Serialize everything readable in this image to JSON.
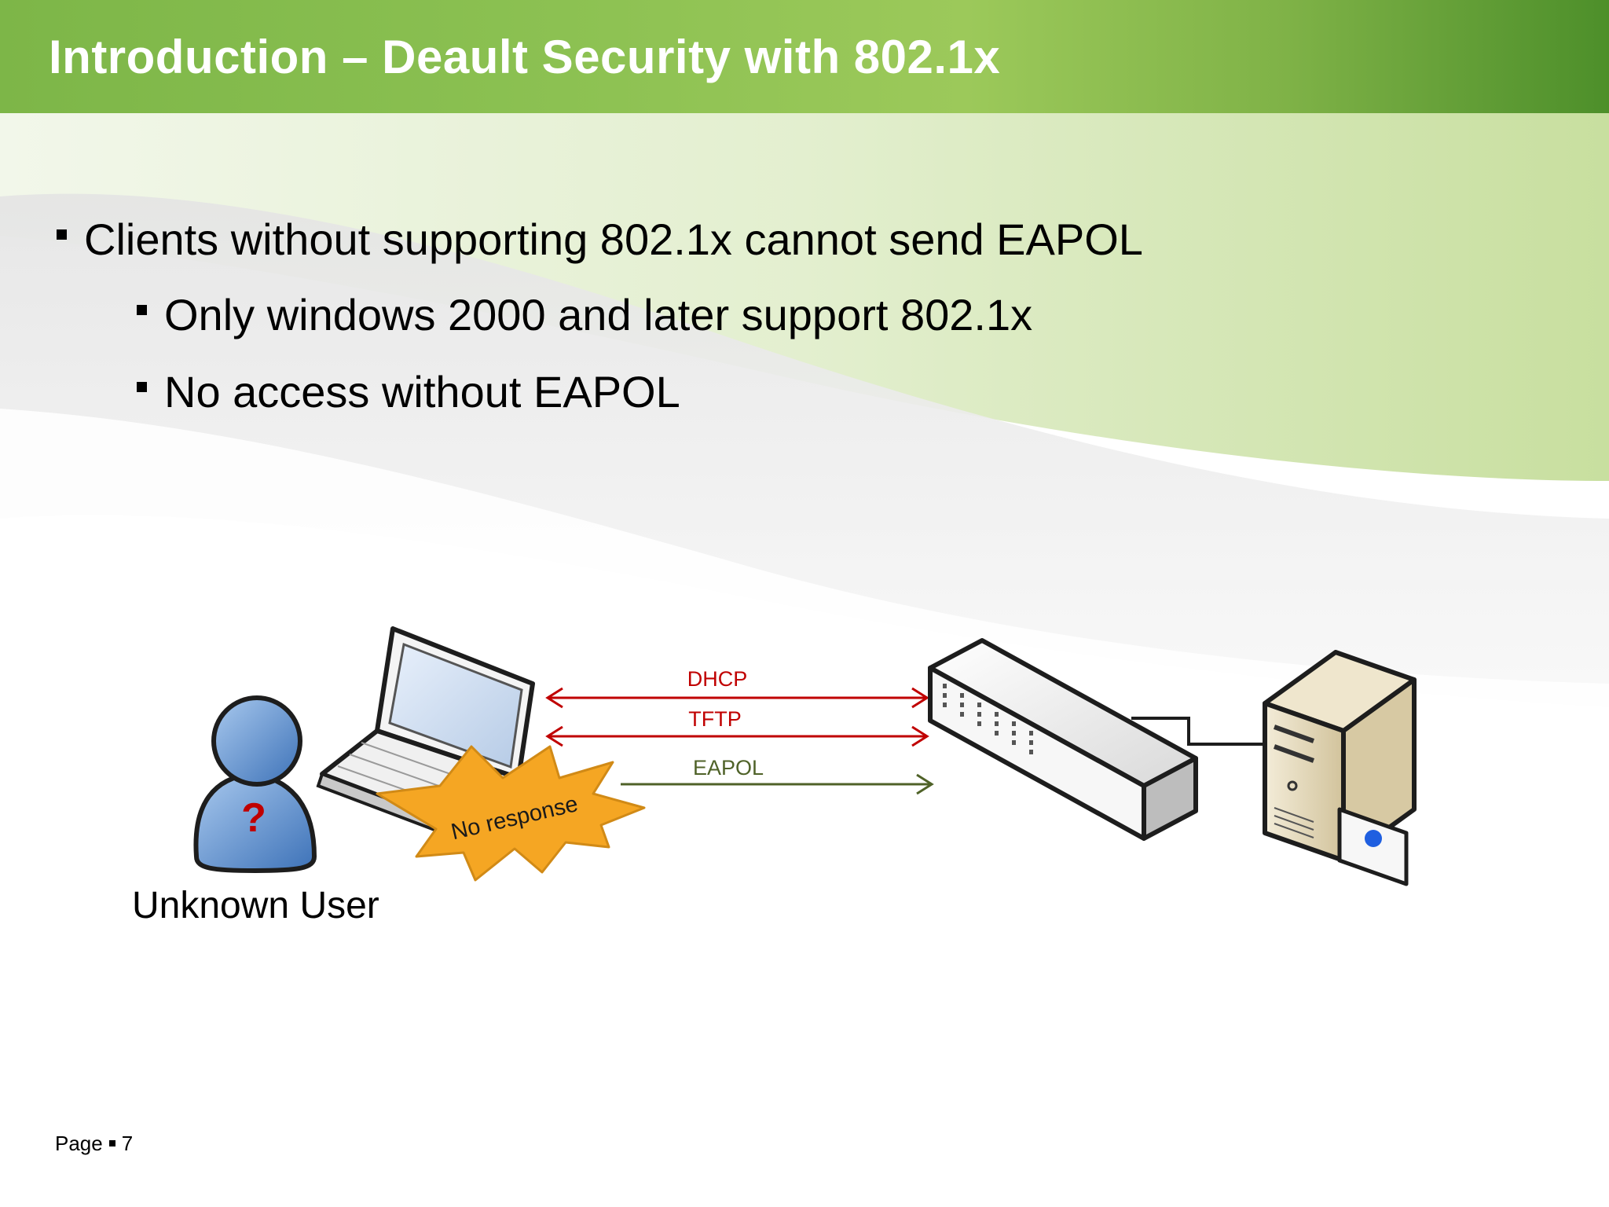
{
  "slide": {
    "title": "Introduction – Deault Security with 802.1x",
    "bullets": [
      {
        "text": "Clients without supporting 802.1x cannot send EAPOL",
        "level": 1
      },
      {
        "text": "Only windows 2000 and later support 802.1x",
        "level": 2
      },
      {
        "text": "No access without EAPOL",
        "level": 2
      }
    ],
    "footer": {
      "page_label": "Page",
      "page_number": "7"
    }
  },
  "diagram": {
    "nodes": {
      "user": {
        "label": "Unknown User",
        "symbol": "?"
      },
      "laptop": {
        "icon": "laptop-icon"
      },
      "switch": {
        "icon": "network-switch-icon"
      },
      "server": {
        "icon": "server-icon"
      }
    },
    "flows": [
      {
        "label": "DHCP",
        "direction": "bidirectional",
        "color": "#c00000"
      },
      {
        "label": "TFTP",
        "direction": "bidirectional",
        "color": "#c00000"
      },
      {
        "label": "EAPOL",
        "direction": "to-switch",
        "color": "#4f6228"
      }
    ],
    "callout": {
      "text": "No response",
      "color": "#f5a623"
    }
  },
  "colors": {
    "title_bar": "#8cc152",
    "title_text": "#ffffff",
    "dhcp_tftp_arrow": "#c00000",
    "eapol_arrow": "#4f6228",
    "starburst": "#f5a623",
    "user_figure": "#5b8fd0"
  }
}
